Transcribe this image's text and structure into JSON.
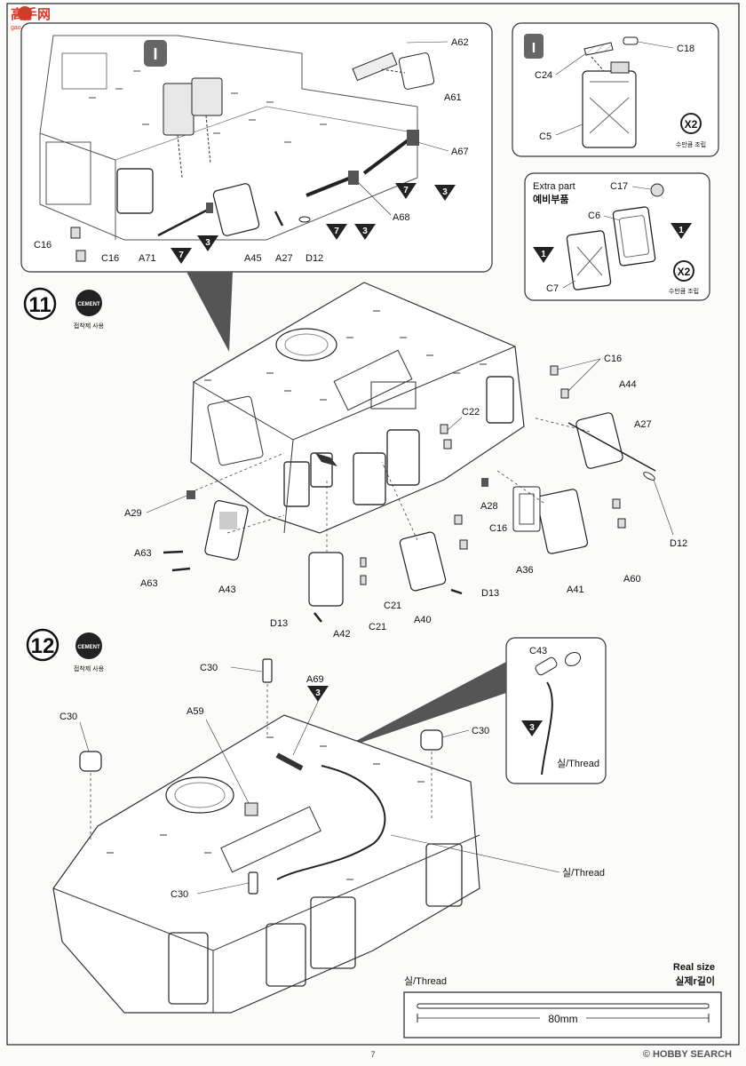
{
  "watermark": {
    "brand": "高手网",
    "url": "gao.shou.com"
  },
  "steps": {
    "s11": {
      "number": "11",
      "cement_badge": "CEMENT",
      "cement_note": "접착제 사용"
    },
    "s12": {
      "number": "12",
      "cement_badge": "CEMENT",
      "cement_note": "접착제 사용"
    }
  },
  "callout_markers": {
    "roman": "I",
    "x2": "X2",
    "x2_note": "수만큼 조립"
  },
  "extra_part": {
    "title_en": "Extra part",
    "title_kr": "예비부품"
  },
  "triangles": {
    "seven": "7",
    "three": "3",
    "one": "1"
  },
  "labels": {
    "A62": "A62",
    "A61": "A61",
    "A67": "A67",
    "A68": "A68",
    "A71": "A71",
    "A45": "A45",
    "A27": "A27",
    "D12": "D12",
    "C16": "C16",
    "C18": "C18",
    "C24": "C24",
    "C5": "C5",
    "C17": "C17",
    "C6": "C6",
    "C7": "C7",
    "A44": "A44",
    "C22": "C22",
    "A29": "A29",
    "A28": "A28",
    "A63": "A63",
    "A43": "A43",
    "A36": "A36",
    "A41": "A41",
    "A60": "A60",
    "D13": "D13",
    "C21": "C21",
    "A42": "A42",
    "A40": "A40",
    "C30": "C30",
    "A69": "A69",
    "A59": "A59",
    "C43": "C43"
  },
  "thread": {
    "label": "실/Thread"
  },
  "real_size": {
    "en": "Real size",
    "kr": "실제r길이",
    "length": "80mm"
  },
  "page_number": "7",
  "hobbysearch": "© HOBBY SEARCH"
}
